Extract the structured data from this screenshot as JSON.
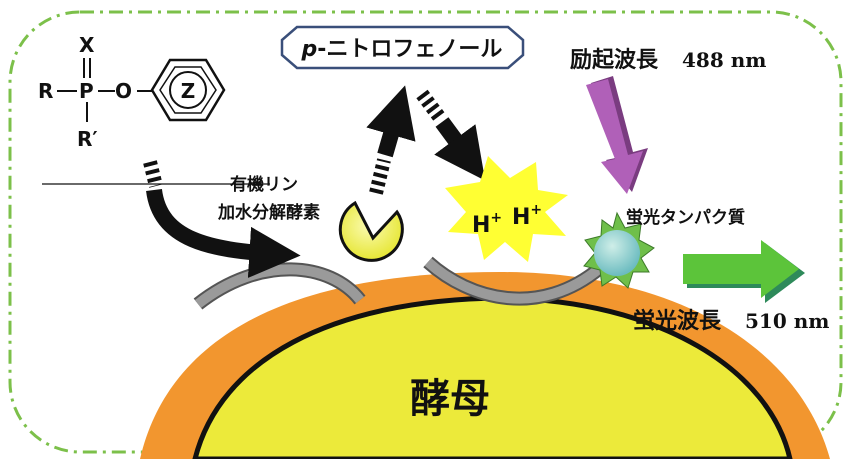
{
  "chemical": {
    "x_label": "X",
    "r_label": "R",
    "p_label": "P",
    "o_label": "O",
    "r_prime_label": "R′",
    "ring_label": "Z"
  },
  "product_box": {
    "italic_prefix": "p",
    "label": "-ニトロフェノール"
  },
  "excitation": {
    "label": "励起波長",
    "value": "488 nm",
    "color": "#b060b8"
  },
  "enzyme": {
    "line1": "有機リン",
    "line2": "加水分解酵素",
    "color": "#f2f060"
  },
  "protons": {
    "h1": "H",
    "h2": "H",
    "charge": "+",
    "burst_color": "#ffff33"
  },
  "fluorescent_protein": {
    "label": "蛍光タンパク質",
    "star_color": "#6fbf4a",
    "core_color": "#7cc8c8"
  },
  "emission": {
    "label": "蛍光波長",
    "value": "510 nm",
    "arrow_color": "#5cc43a"
  },
  "yeast": {
    "label": "酵母",
    "fill": "#ecea3a",
    "rim": "#f2962f"
  },
  "frame": {
    "border_color": "#7cc04a"
  }
}
